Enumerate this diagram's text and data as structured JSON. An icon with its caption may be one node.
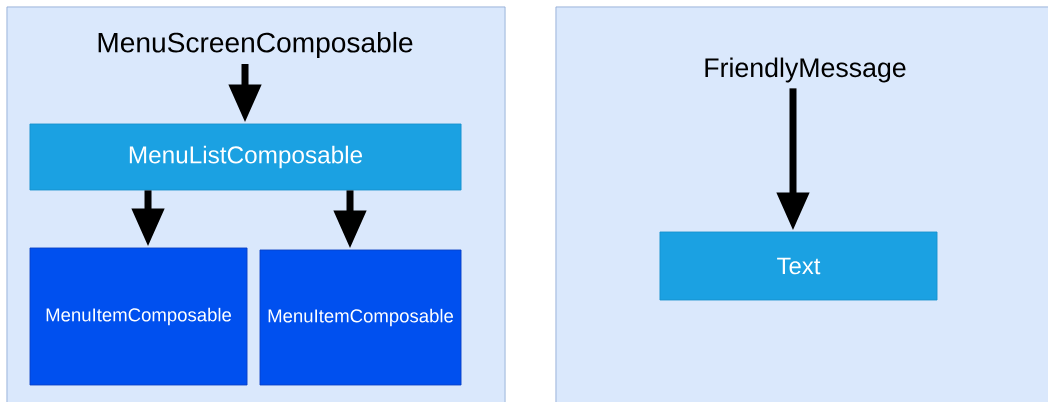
{
  "diagram": {
    "nodes": [
      {
        "text": [],
        "shape": "box"
      },
      {
        "text": [
          "MenuScreenComposable"
        ],
        "in": 0
      },
      {
        "text": [
          "MenuListComposable"
        ],
        "in": 0
      },
      {
        "text": [
          "MenuItemComposable"
        ],
        "in": 0
      },
      {
        "text": [
          "MenuItemComposable"
        ],
        "in": 0
      },
      {
        "text": [],
        "shape": "box"
      },
      {
        "text": [
          "FriendlyMessage"
        ],
        "in": 5
      },
      {
        "text": [
          "Text"
        ],
        "in": 5
      }
    ],
    "edges": [
      {
        "from": 1,
        "to": 2,
        "arrow": "to"
      },
      {
        "from": 2,
        "to": 3,
        "arrow": "to"
      },
      {
        "from": 2,
        "to": 4,
        "arrow": "to"
      },
      {
        "from": 6,
        "to": 7,
        "arrow": "to"
      }
    ]
  }
}
